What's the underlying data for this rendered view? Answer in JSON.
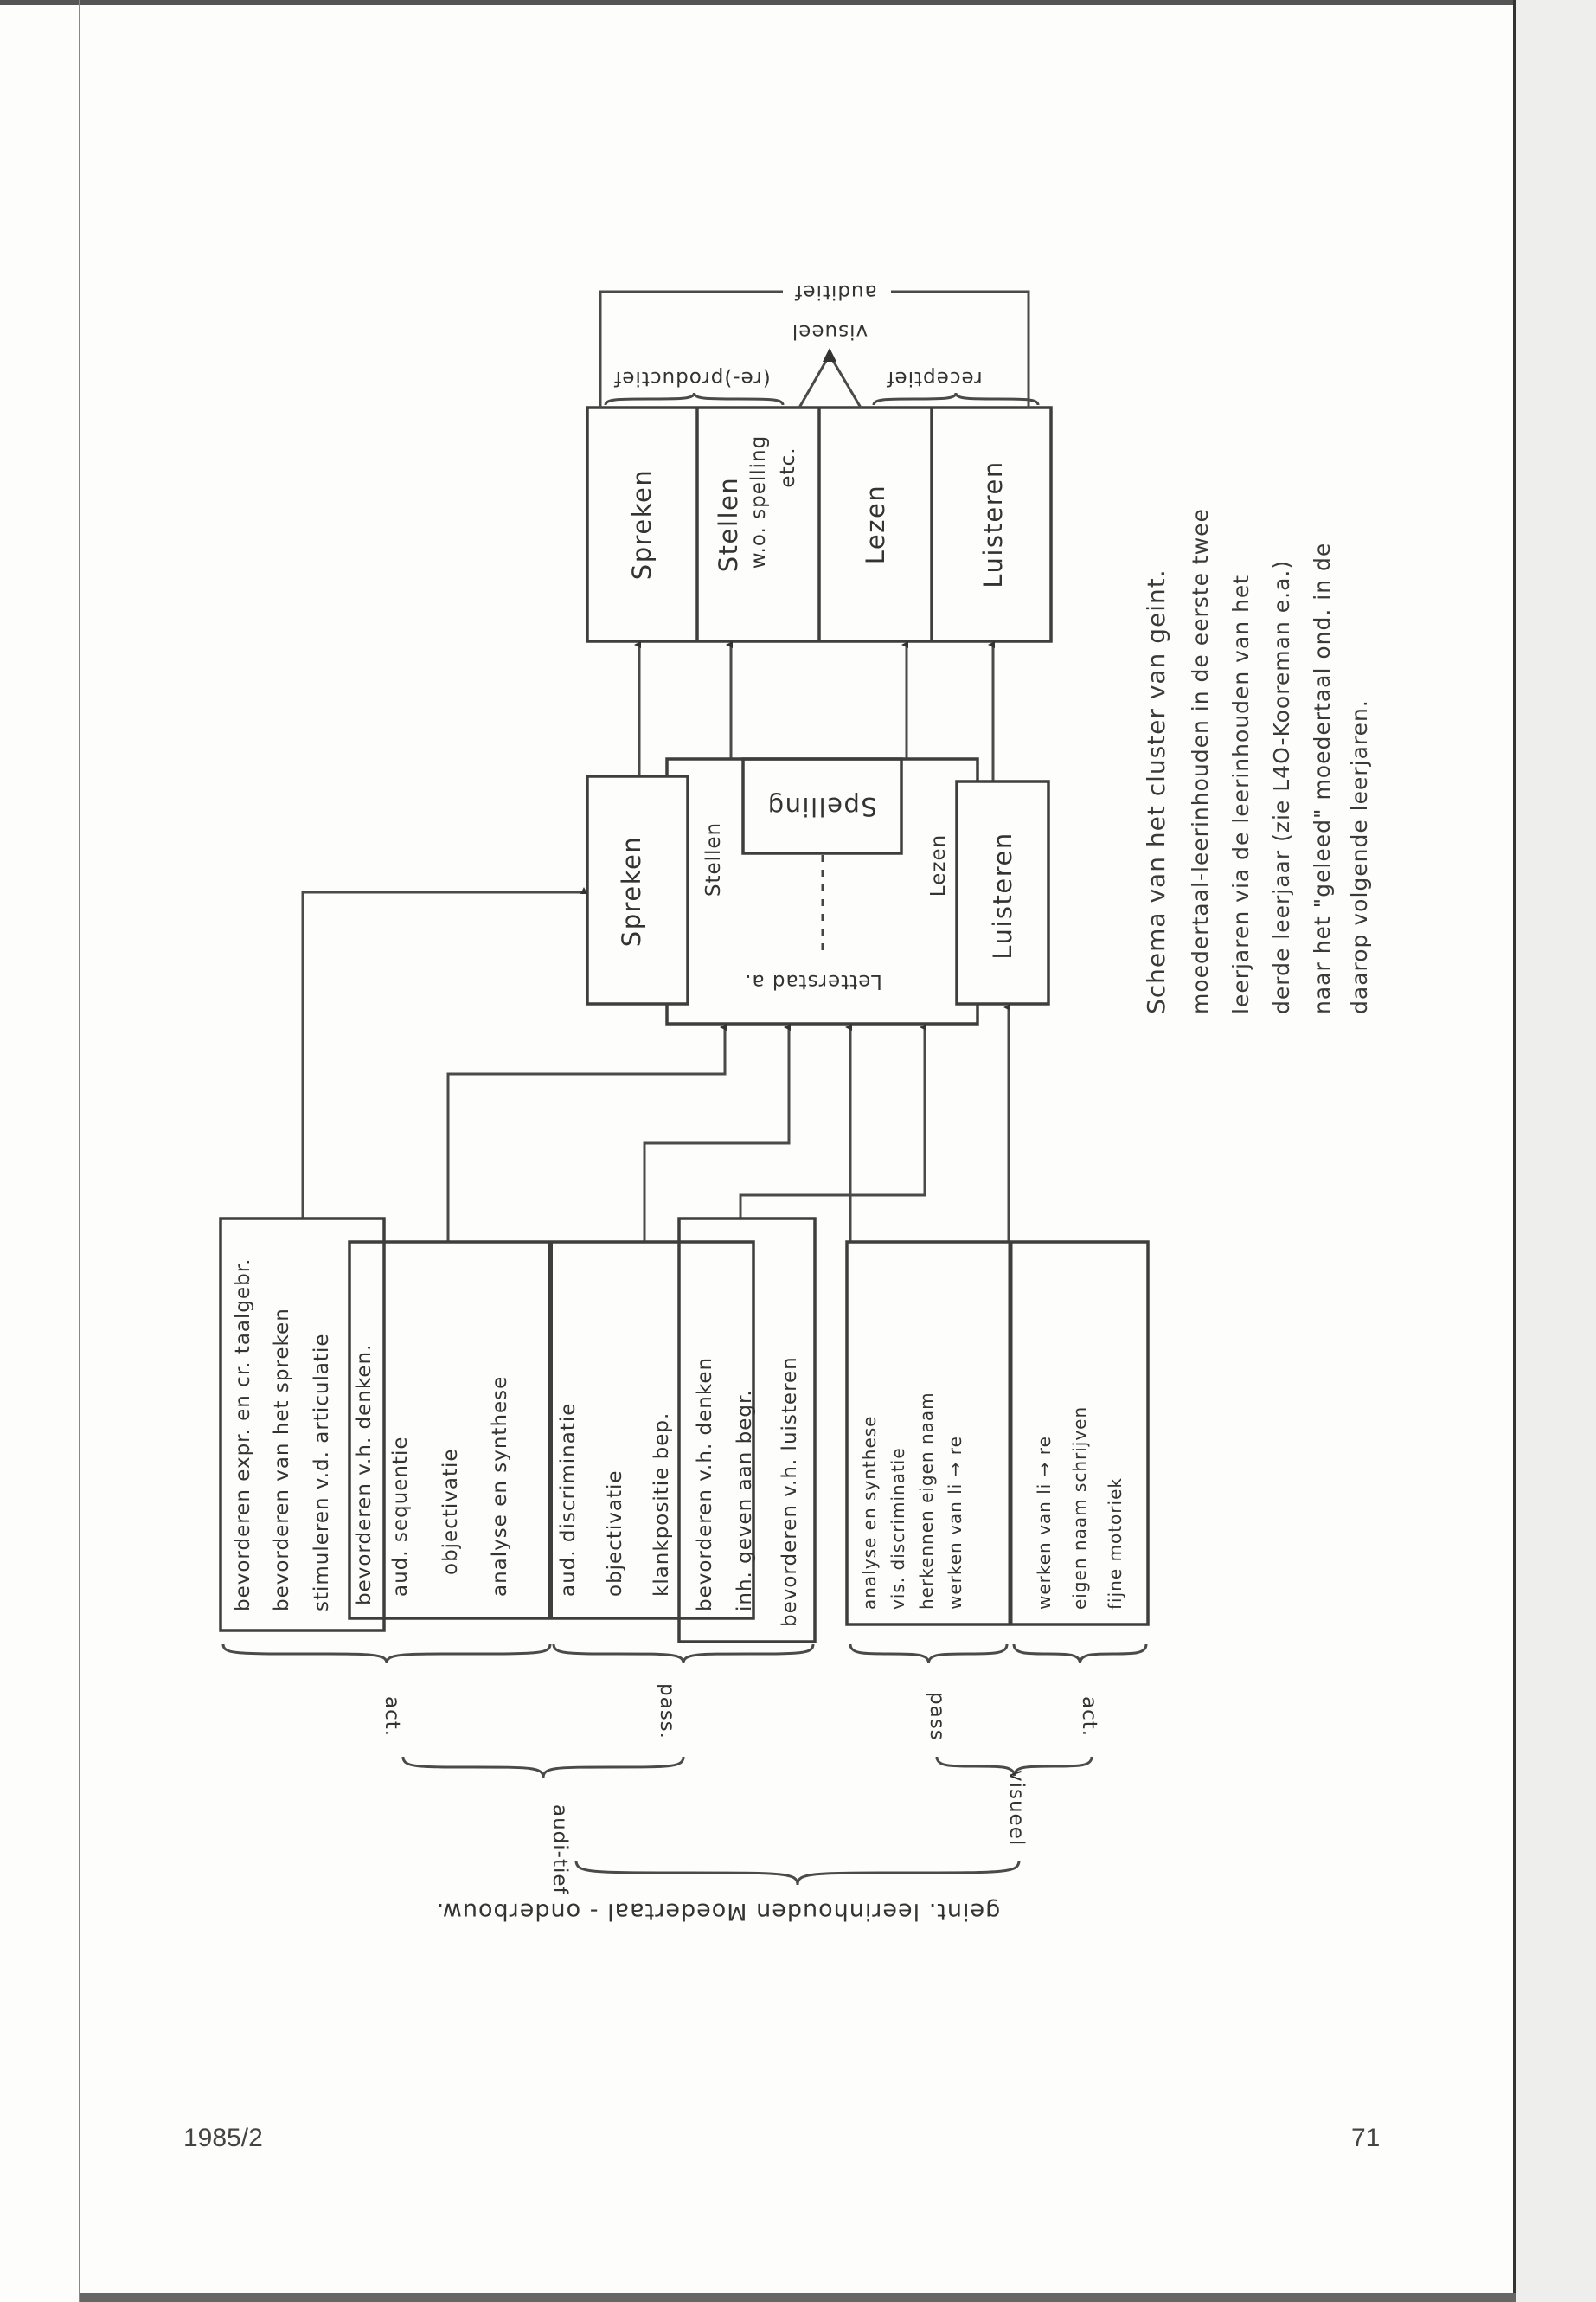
{
  "footer": {
    "issue": "1985/2",
    "page_number": "71"
  },
  "caption": {
    "lines": [
      "Schema van het cluster van geint.",
      "moedertaal-leerinhouden in de eerste twee",
      "leerjaren via de leerinhouden van het",
      "derde leerjaar (zie L4O-Kooreman e.a.)",
      "naar het \"geleed\" moedertaal ond. in de",
      "daarop volgende leerjaren."
    ]
  },
  "output_box": {
    "cells": [
      "Spreken",
      "Stellen",
      "Lezen",
      "Luisteren"
    ],
    "stellen_sub": [
      "w.o. spelling",
      "etc."
    ],
    "feedback_label": "auditief",
    "visual_label": "visueel",
    "productive_label": "(re-)productief",
    "receptive_label": "receptief"
  },
  "middle_box": {
    "spreken": "Spreken",
    "stellen": "Stellen",
    "spelling": "Spelling",
    "lezen": "Lezen",
    "luisteren": "Luisteren",
    "letterstad": "Letterstad a."
  },
  "input_boxes": {
    "expressie": [
      "bevorderen expr. en cr. taalgebr.",
      "bevorderen van het spreken",
      "stimuleren v.d. articulatie"
    ],
    "denken": "bevorderen v.h. denken.",
    "aud_sequentie": [
      "aud. sequentie",
      "objectivatie",
      "analyse en synthese"
    ],
    "aud_discriminatie": [
      "aud. discriminatie",
      "objectivatie",
      "klankpositie bep."
    ],
    "denken_luisteren": [
      "bevorderen v.h. denken",
      "inh. geven aan begr.",
      "bevorderen v.h. luisteren"
    ],
    "visueel_pass": [
      "analyse en synthese",
      "vis. discriminatie",
      "herkennen eigen naam",
      "werken van li → re"
    ],
    "visueel_act": [
      "werken van li → re",
      "eigen naam schrijven",
      "fijne motoriek"
    ]
  },
  "brace_labels": {
    "act_1": "act.",
    "pass_1": "pass.",
    "pass_2": "pass",
    "act_2": "act.",
    "auditief": "audi-tief",
    "visueel": "visueel",
    "group": "geint. leerinhouden Moedertaal - onderbouw."
  }
}
